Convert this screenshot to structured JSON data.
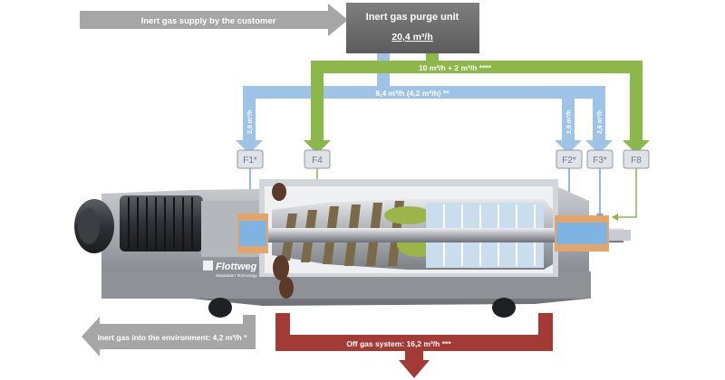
{
  "purge_unit": {
    "title": "Inert gas purge unit",
    "flow": "20,4 m³/h"
  },
  "supply_arrow": {
    "label": "Inert gas supply by the customer"
  },
  "green_line": {
    "label": "10 m³/h + 2 m³/h ****"
  },
  "blue_line": {
    "label": "8,4 m³/h  (4,2 m³/h) **"
  },
  "branches": {
    "f1_flow": "2,9 m³/h",
    "f2_flow": "2,9 m³/h",
    "f3_flow": "2,6 m³/h"
  },
  "ports": {
    "f1": "F1*",
    "f4": "F4",
    "f2": "F2*",
    "f3": "F3*",
    "f8": "F8"
  },
  "brand": {
    "name": "Flottweg",
    "tagline": "Separation Technology"
  },
  "offgas": {
    "label": "Off gas system: 16,2 m³/h ***"
  },
  "environment": {
    "label": "Inert gas into the environment: 4,2 m³/h *"
  },
  "colors": {
    "blue": "#9ec3e6",
    "green": "#8cb84a",
    "red": "#a33a35",
    "grey": "#a6a6a6",
    "dark": "#6b6b6b"
  }
}
